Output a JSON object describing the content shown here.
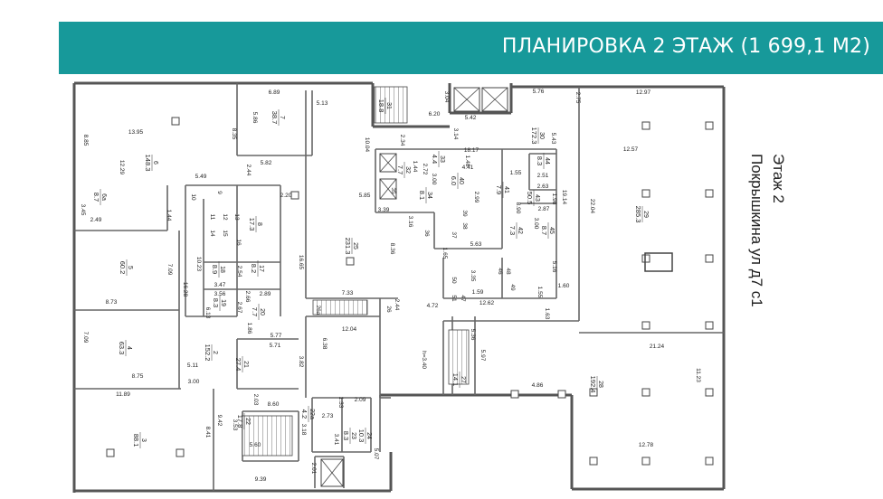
{
  "header": {
    "title": "ПЛАНИРОВКА 2 ЭТАЖ (1 699,1 М2)",
    "background": "#17999a"
  },
  "side": {
    "floor": "Этаж 2",
    "address": "Покрышкина ул д7 с1"
  },
  "plan": {
    "rooms": [
      {
        "num": "6",
        "area": "148.3"
      },
      {
        "num": "7",
        "area": "38.7"
      },
      {
        "num": "6а",
        "area": "8.7"
      },
      {
        "num": "5",
        "area": "60.2"
      },
      {
        "num": "4",
        "area": "63.3"
      },
      {
        "num": "3",
        "area": "88.1"
      },
      {
        "num": "2",
        "area": "152.2"
      },
      {
        "num": "21",
        "area": "27.4"
      },
      {
        "num": "8",
        "area": "17.3"
      },
      {
        "num": "17",
        "area": "8.2"
      },
      {
        "num": "18",
        "area": "8.9"
      },
      {
        "num": "20",
        "area": "7.7"
      },
      {
        "num": "19",
        "area": "8.3"
      },
      {
        "num": "25",
        "area": "231.3"
      },
      {
        "num": "31",
        "area": "18.8"
      },
      {
        "num": "30",
        "area": "172.3"
      },
      {
        "num": "29",
        "area": "285.3"
      },
      {
        "num": "28",
        "area": "192.4"
      },
      {
        "num": "27",
        "area": "14.1"
      },
      {
        "num": "22",
        "area": "17.8"
      },
      {
        "num": "23",
        "area": "8.3"
      },
      {
        "num": "24",
        "area": "10.3"
      },
      {
        "num": "22а",
        "area": "4.2"
      },
      {
        "num": "32",
        "area": "7.7"
      },
      {
        "num": "33",
        "area": "4.4"
      },
      {
        "num": "34",
        "area": "8.1"
      },
      {
        "num": "40",
        "area": "6.0"
      },
      {
        "num": "41",
        "area": "7.9"
      },
      {
        "num": "43",
        "area": "50.5"
      },
      {
        "num": "44",
        "area": "8.3"
      },
      {
        "num": "45",
        "area": "8.7"
      },
      {
        "num": "42",
        "area": "7.3"
      }
    ],
    "numbers": [
      "9",
      "10",
      "11",
      "12",
      "13",
      "14",
      "15",
      "16",
      "26",
      "26а",
      "35",
      "36",
      "37",
      "38",
      "39",
      "46",
      "47",
      "48",
      "49",
      "50",
      "51"
    ],
    "dims": [
      "13.95",
      "12.29",
      "8.85",
      "6.89",
      "5.86",
      "8.35",
      "5.82",
      "2.44",
      "5.49",
      "3.45",
      "2.49",
      "1.44",
      "2.20",
      "10.23",
      "16.65",
      "7.09",
      "16.28",
      "8.73",
      "2.54",
      "3.47",
      "3.56",
      "2.89",
      "2.67",
      "2.66",
      "7.09",
      "6.13",
      "1.86",
      "5.77",
      "5.71",
      "3.82",
      "5.11",
      "8.75",
      "3.00",
      "11.89",
      "9.42",
      "8.41",
      "2.03",
      "8.60",
      "3.53",
      "3.18",
      "5.60",
      "2.73",
      "1.33",
      "2.09",
      "3.41",
      "5.07",
      "2.01",
      "9.39",
      "12.04",
      "6.38",
      "7.33",
      "2.44",
      "5.13",
      "10.04",
      "2.34",
      "3.14",
      "3.04",
      "6.20",
      "5.42",
      "5.76",
      "2.75",
      "12.97",
      "5.43",
      "18.17",
      "4.41",
      "1.55",
      "2.51",
      "2.63",
      "1.98",
      "19.14",
      "22.04",
      "12.57",
      "5.85",
      "3.39",
      "3.16",
      "2.72",
      "3.00",
      "1.44",
      "1.48",
      "2.99",
      "8.90",
      "2.87",
      "3.00",
      "5.63",
      "1.65",
      "5.16",
      "1.60",
      "3.35",
      "1.59",
      "1.55",
      "12.62",
      "4.72",
      "1.63",
      "8.36",
      "5.36",
      "5.97",
      "h=3.40",
      "4.86",
      "21.24",
      "11.23",
      "12.78"
    ]
  }
}
